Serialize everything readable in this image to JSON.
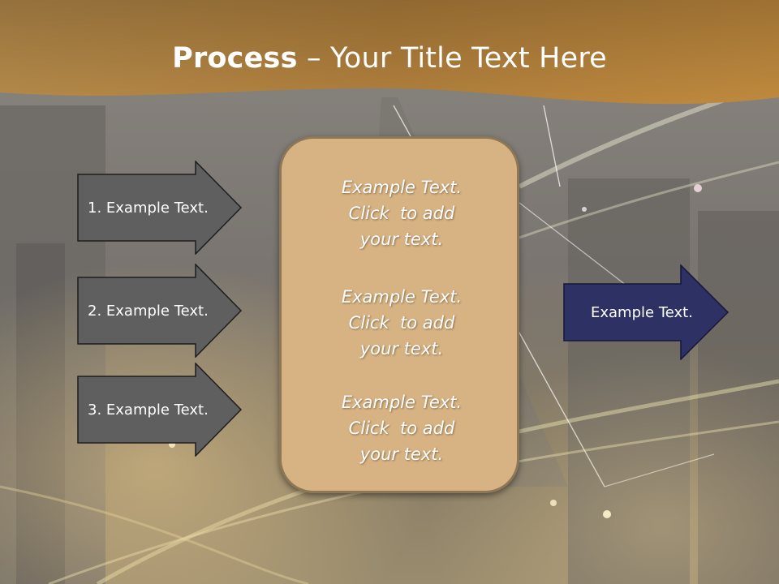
{
  "slide": {
    "title_bold": "Process",
    "title_rest": " – Your Title Text Here",
    "left_arrows": [
      {
        "label": "1. Example Text."
      },
      {
        "label": "2. Example Text."
      },
      {
        "label": "3. Example Text."
      }
    ],
    "center_blocks": [
      {
        "text": "Example Text.\nClick  to add\nyour text."
      },
      {
        "text": "Example Text.\nClick  to add\nyour text."
      },
      {
        "text": "Example Text.\nClick  to add\nyour text."
      }
    ],
    "right_arrow": {
      "label": "Example Text."
    }
  },
  "colors": {
    "title_band": "#b8853f",
    "left_arrow_fill": "#5f5f5f",
    "center_box_fill": "#d7b384",
    "right_arrow_fill": "#2e3163"
  }
}
